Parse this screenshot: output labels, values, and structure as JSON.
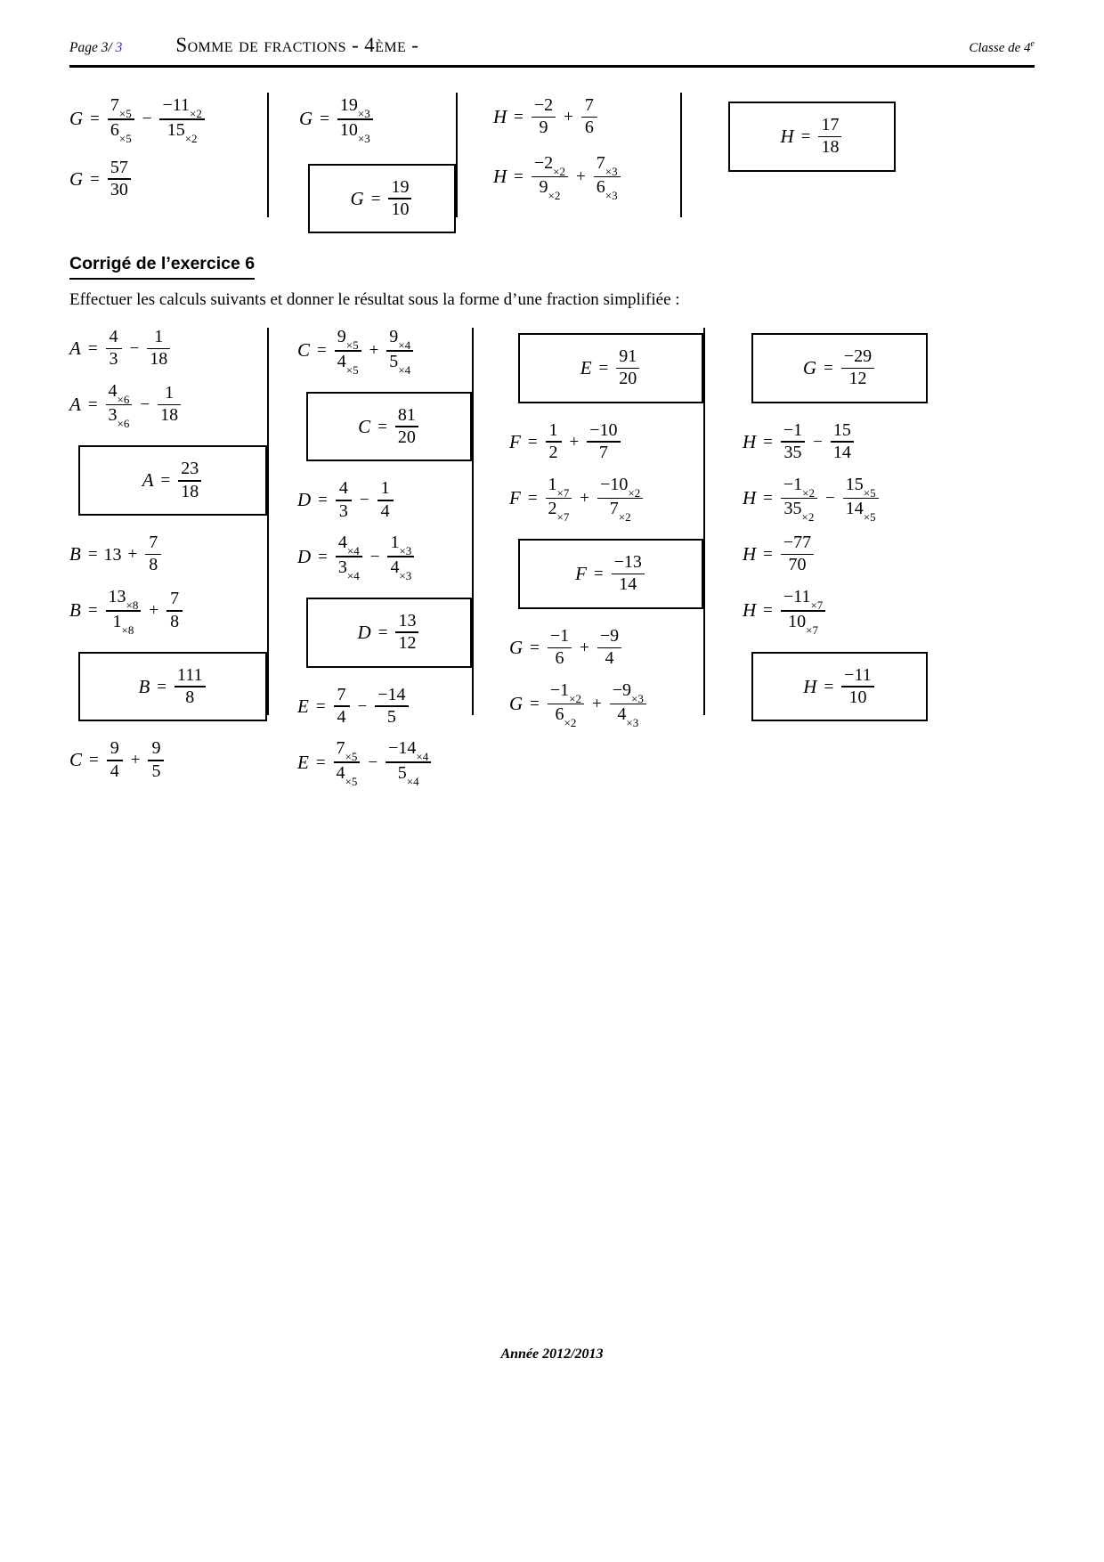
{
  "header": {
    "page_label": "Page 3/",
    "page_number_blue": "3",
    "title": "Somme de fractions - 4ème -",
    "class_label": "Classe de 4",
    "class_sup": "e"
  },
  "top_block": {
    "col1": {
      "line1": {
        "var": "G",
        "eq": "=",
        "f1_num": "7",
        "f1_num_sub": "×5",
        "f1_den": "6",
        "f1_den_sub": "×5",
        "op": "−",
        "f2_num": "−11",
        "f2_num_sub": "×2",
        "f2_den": "15",
        "f2_den_sub": "×2"
      },
      "line2": {
        "var": "G",
        "eq": "=",
        "num": "57",
        "den": "30"
      }
    },
    "col2": {
      "line1": {
        "var": "G",
        "eq": "=",
        "num": "19",
        "num_sub": "×3",
        "den": "10",
        "den_sub": "×3"
      },
      "boxed": {
        "var": "G",
        "eq": "=",
        "num": "19",
        "den": "10"
      }
    },
    "col3": {
      "line1": {
        "var": "H",
        "eq": "=",
        "f1_num": "−2",
        "f1_den": "9",
        "op": "+",
        "f2_num": "7",
        "f2_den": "6"
      },
      "line2": {
        "var": "H",
        "eq": "=",
        "f1_num": "−2",
        "f1_num_sub": "×2",
        "f1_den": "9",
        "f1_den_sub": "×2",
        "op": "+",
        "f2_num": "7",
        "f2_num_sub": "×3",
        "f2_den": "6",
        "f2_den_sub": "×3"
      }
    },
    "col4": {
      "boxed": {
        "var": "H",
        "eq": "=",
        "num": "17",
        "den": "18"
      }
    }
  },
  "section": {
    "title": "Corrigé de l’exercice 6",
    "intro": "Effectuer les calculs suivants et donner le résultat sous la forme d’une fraction simplifiée :"
  },
  "exercise": {
    "col1": {
      "l1": {
        "var": "A",
        "eq": "=",
        "f1_num": "4",
        "f1_den": "3",
        "op": "−",
        "f2_num": "1",
        "f2_den": "18"
      },
      "l2": {
        "var": "A",
        "eq": "=",
        "f1_num": "4",
        "f1_num_sub": "×6",
        "f1_den": "3",
        "f1_den_sub": "×6",
        "op": "−",
        "f2_num": "1",
        "f2_den": "18"
      },
      "box1": {
        "var": "A",
        "eq": "=",
        "num": "23",
        "den": "18"
      },
      "l3": {
        "var": "B",
        "eq": "=",
        "int": "13",
        "op": "+",
        "f_num": "7",
        "f_den": "8"
      },
      "l4": {
        "var": "B",
        "eq": "=",
        "f1_num": "13",
        "f1_num_sub": "×8",
        "f1_den": "1",
        "f1_den_sub": "×8",
        "op": "+",
        "f2_num": "7",
        "f2_den": "8"
      },
      "box2": {
        "var": "B",
        "eq": "=",
        "num": "111",
        "den": "8"
      },
      "l5": {
        "var": "C",
        "eq": "=",
        "f1_num": "9",
        "f1_den": "4",
        "op": "+",
        "f2_num": "9",
        "f2_den": "5"
      }
    },
    "col2": {
      "l1": {
        "var": "C",
        "eq": "=",
        "f1_num": "9",
        "f1_num_sub": "×5",
        "f1_den": "4",
        "f1_den_sub": "×5",
        "op": "+",
        "f2_num": "9",
        "f2_num_sub": "×4",
        "f2_den": "5",
        "f2_den_sub": "×4"
      },
      "box1": {
        "var": "C",
        "eq": "=",
        "num": "81",
        "den": "20"
      },
      "l2": {
        "var": "D",
        "eq": "=",
        "f1_num": "4",
        "f1_den": "3",
        "op": "−",
        "f2_num": "1",
        "f2_den": "4"
      },
      "l3": {
        "var": "D",
        "eq": "=",
        "f1_num": "4",
        "f1_num_sub": "×4",
        "f1_den": "3",
        "f1_den_sub": "×4",
        "op": "−",
        "f2_num": "1",
        "f2_num_sub": "×3",
        "f2_den": "4",
        "f2_den_sub": "×3"
      },
      "box2": {
        "var": "D",
        "eq": "=",
        "num": "13",
        "den": "12"
      },
      "l4": {
        "var": "E",
        "eq": "=",
        "f1_num": "7",
        "f1_den": "4",
        "op": "−",
        "f2_num": "−14",
        "f2_den": "5"
      },
      "l5": {
        "var": "E",
        "eq": "=",
        "f1_num": "7",
        "f1_num_sub": "×5",
        "f1_den": "4",
        "f1_den_sub": "×5",
        "op": "−",
        "f2_num": "−14",
        "f2_num_sub": "×4",
        "f2_den": "5",
        "f2_den_sub": "×4"
      }
    },
    "col3": {
      "box1": {
        "var": "E",
        "eq": "=",
        "num": "91",
        "den": "20"
      },
      "l1": {
        "var": "F",
        "eq": "=",
        "f1_num": "1",
        "f1_den": "2",
        "op": "+",
        "f2_num": "−10",
        "f2_den": "7"
      },
      "l2": {
        "var": "F",
        "eq": "=",
        "f1_num": "1",
        "f1_num_sub": "×7",
        "f1_den": "2",
        "f1_den_sub": "×7",
        "op": "+",
        "f2_num": "−10",
        "f2_num_sub": "×2",
        "f2_den": "7",
        "f2_den_sub": "×2"
      },
      "box2": {
        "var": "F",
        "eq": "=",
        "num": "−13",
        "den": "14"
      },
      "l3": {
        "var": "G",
        "eq": "=",
        "f1_num": "−1",
        "f1_den": "6",
        "op": "+",
        "f2_num": "−9",
        "f2_den": "4"
      },
      "l4": {
        "var": "G",
        "eq": "=",
        "f1_num": "−1",
        "f1_num_sub": "×2",
        "f1_den": "6",
        "f1_den_sub": "×2",
        "op": "+",
        "f2_num": "−9",
        "f2_num_sub": "×3",
        "f2_den": "4",
        "f2_den_sub": "×3"
      }
    },
    "col4": {
      "box1": {
        "var": "G",
        "eq": "=",
        "num": "−29",
        "den": "12"
      },
      "l1": {
        "var": "H",
        "eq": "=",
        "f1_num": "−1",
        "f1_den": "35",
        "op": "−",
        "f2_num": "15",
        "f2_den": "14"
      },
      "l2": {
        "var": "H",
        "eq": "=",
        "f1_num": "−1",
        "f1_num_sub": "×2",
        "f1_den": "35",
        "f1_den_sub": "×2",
        "op": "−",
        "f2_num": "15",
        "f2_num_sub": "×5",
        "f2_den": "14",
        "f2_den_sub": "×5"
      },
      "l3": {
        "var": "H",
        "eq": "=",
        "num": "−77",
        "den": "70"
      },
      "l4": {
        "var": "H",
        "eq": "=",
        "num": "−11",
        "num_sub": "×7",
        "den": "10",
        "den_sub": "×7"
      },
      "box2": {
        "var": "H",
        "eq": "=",
        "num": "−11",
        "den": "10"
      }
    }
  },
  "footer": {
    "text": "Année 2012/2013"
  }
}
